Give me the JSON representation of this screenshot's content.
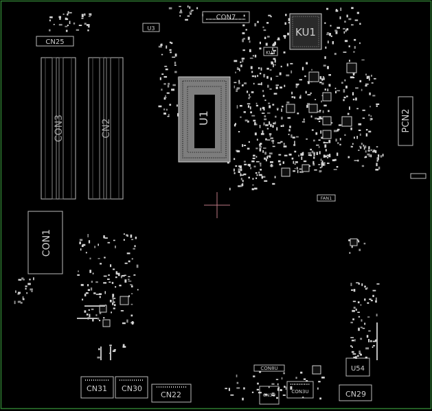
{
  "board": {
    "border_color": "#2e7d32",
    "silk_color": "#cfcfcf",
    "background": "#000000",
    "crosshair_color": "#c07a86"
  },
  "labels": {
    "u1": "U1",
    "ku1": "KU1",
    "ku4": "KU4",
    "u3": "U3",
    "con7": "CON7",
    "cn25": "CN25",
    "con3": "CON3",
    "cn2": "CN2",
    "con1": "CON1",
    "pcn2": "PCN2",
    "fan1": "FAN1",
    "u54": "U54",
    "cn29": "CN29",
    "con8u": "CON8U",
    "con3u": "CON3U",
    "cn3u": "CN3U",
    "cn31": "CN31",
    "cn30": "CN30",
    "cn22": "CN22"
  }
}
